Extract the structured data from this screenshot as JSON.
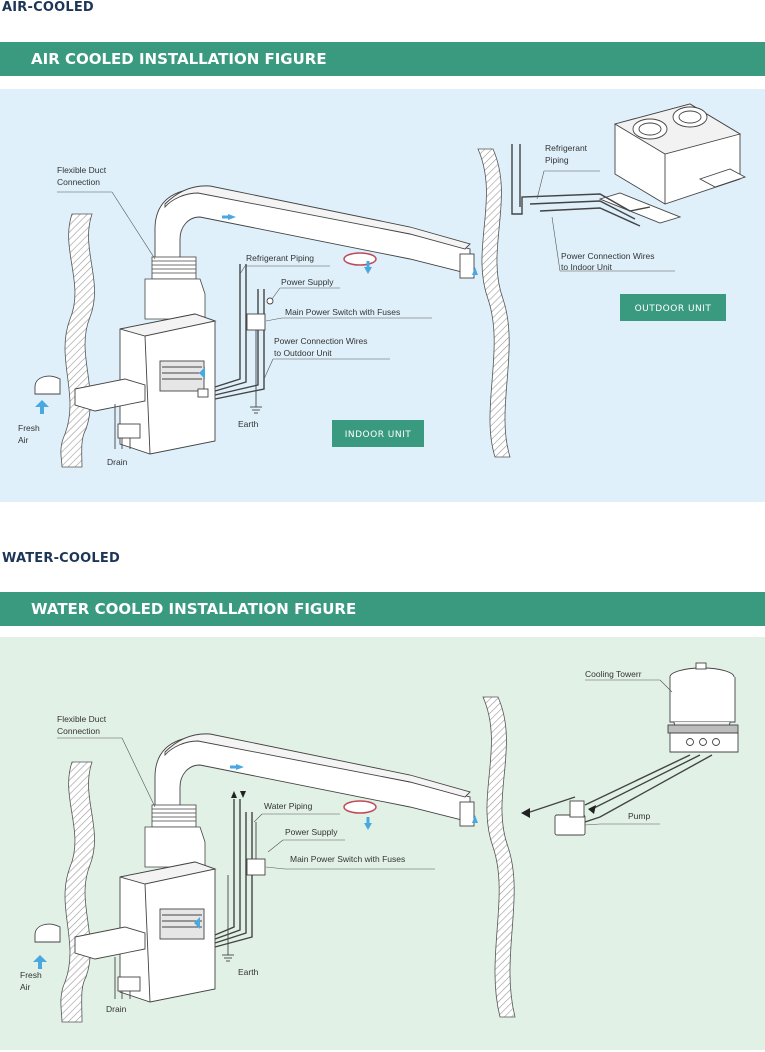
{
  "air": {
    "heading": "AIR-COOLED",
    "banner": "AIR COOLED INSTALLATION FIGURE",
    "labels": {
      "duct_1": "Flexible Duct",
      "duct_2": "Connection",
      "refrigerant_piping": "Refrigerant Piping",
      "power_supply": "Power Supply",
      "main_switch": "Main Power Switch with Fuses",
      "wires_1": "Power Connection Wires",
      "wires_2": "to Outdoor Unit",
      "earth": "Earth",
      "fresh_1": "Fresh",
      "fresh_2": "Air",
      "drain": "Drain",
      "outdoor_ref_1": "Refrigerant",
      "outdoor_ref_2": "Piping",
      "outdoor_wires_1": "Power Connection Wires",
      "outdoor_wires_2": "to Indoor Unit"
    },
    "indoor_button": "INDOOR UNIT",
    "outdoor_button": "OUTDOOR UNIT"
  },
  "water": {
    "heading": "WATER-COOLED",
    "banner": "WATER COOLED INSTALLATION FIGURE",
    "labels": {
      "duct_1": "Flexible Duct",
      "duct_2": "Connection",
      "water_piping": "Water Piping",
      "power_supply": "Power Supply",
      "main_switch": "Main Power Switch with Fuses",
      "earth": "Earth",
      "fresh_1": "Fresh",
      "fresh_2": "Air",
      "drain": "Drain",
      "cooling_tower": "Cooling Towerr",
      "pump": "Pump"
    }
  },
  "colors": {
    "banner": "#3a9a7f",
    "heading": "#1d3557",
    "air_panel_bg": "#dff0fa",
    "water_panel_bg": "#e2f1e6",
    "button": "#3a9a7f",
    "arrow": "#4aa8e0"
  }
}
